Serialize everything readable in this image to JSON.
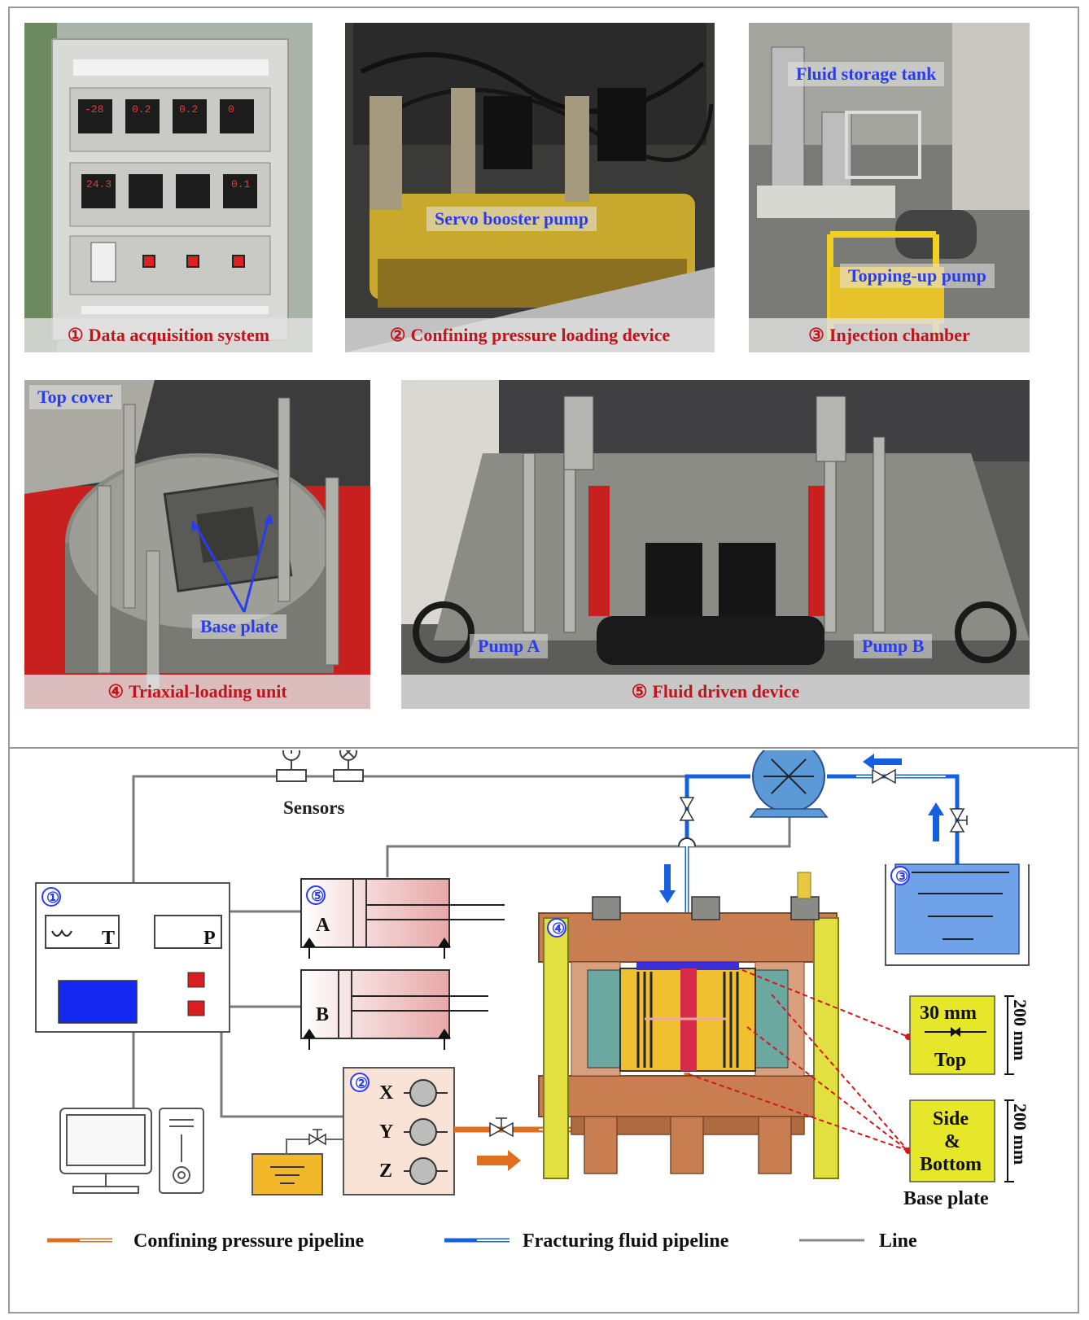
{
  "photos": [
    {
      "num": "①",
      "caption": "Data acquisition system",
      "labels": []
    },
    {
      "num": "②",
      "caption": "Confining pressure loading device",
      "labels": [
        "Servo booster pump"
      ]
    },
    {
      "num": "③",
      "caption": "Injection chamber",
      "labels": [
        "Fluid storage tank",
        "Topping-up pump"
      ]
    },
    {
      "num": "④",
      "caption": "Triaxial-loading unit",
      "labels": [
        "Top cover",
        "Base plate"
      ]
    },
    {
      "num": "⑤",
      "caption": "Fluid driven device",
      "labels": [
        "Pump A",
        "Pump B"
      ]
    }
  ],
  "panel_readouts": {
    "row1": [
      "-28",
      "0.2",
      "0.2",
      "0"
    ],
    "row2": [
      "24.3",
      "",
      "",
      "0.1"
    ]
  },
  "diagram": {
    "sensors_label": "Sensors",
    "daq": {
      "num": "①",
      "t_label": "T",
      "p_label": "P"
    },
    "pumps": {
      "num": "⑤",
      "a_label": "A",
      "b_label": "B"
    },
    "confining": {
      "num": "②",
      "axes": [
        "X",
        "Y",
        "Z"
      ]
    },
    "triaxial": {
      "num": "④"
    },
    "tank": {
      "num": "③"
    },
    "base_plate": {
      "top_width": "30 mm",
      "top_label": "Top",
      "top_height": "200 mm",
      "side_label_1": "Side",
      "side_label_2": "&",
      "side_label_3": "Bottom",
      "side_height": "200 mm",
      "title": "Base plate"
    },
    "legend": [
      {
        "label": "Confining pressure pipeline",
        "color": "#e07020"
      },
      {
        "label": "Fracturing fluid pipeline",
        "color": "#1560e0"
      },
      {
        "label": "Line",
        "color": "#888888"
      }
    ]
  }
}
